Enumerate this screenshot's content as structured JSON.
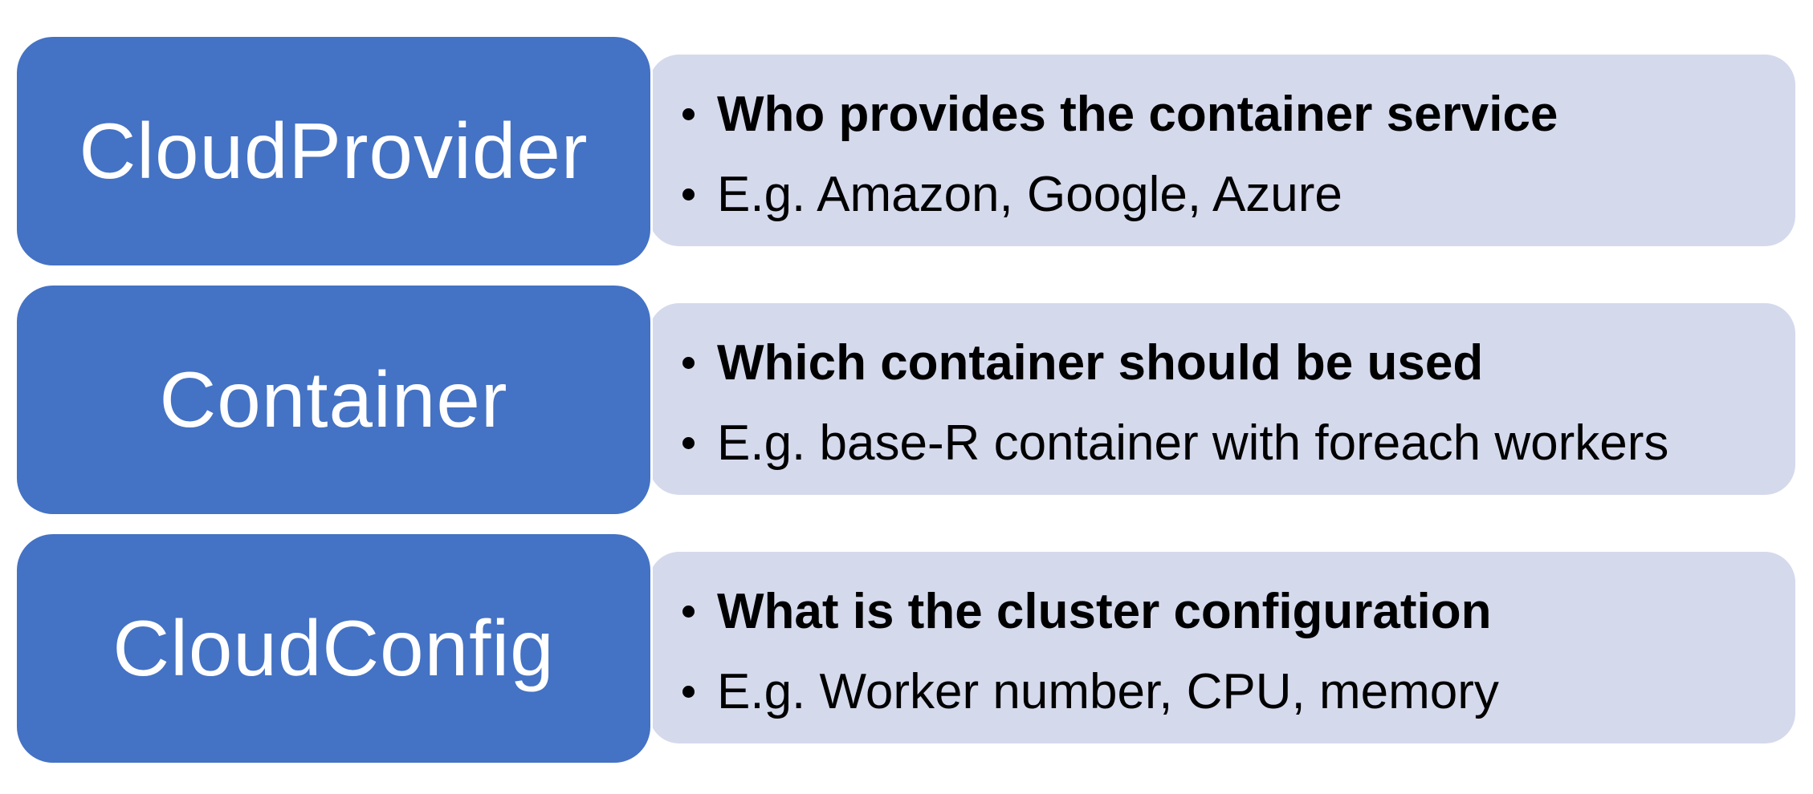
{
  "colors": {
    "label_fill": "#4472c4",
    "label_text": "#ffffff",
    "panel_fill": "#d5d9ec",
    "panel_text": "#000000"
  },
  "rows": [
    {
      "label": "CloudProvider",
      "question": "Who provides the container service",
      "example": "E.g. Amazon, Google, Azure"
    },
    {
      "label": "Container",
      "question": "Which container should be used",
      "example": "E.g. base-R container with foreach workers"
    },
    {
      "label": "CloudConfig",
      "question": "What is the cluster configuration",
      "example": "E.g. Worker number, CPU, memory"
    }
  ]
}
